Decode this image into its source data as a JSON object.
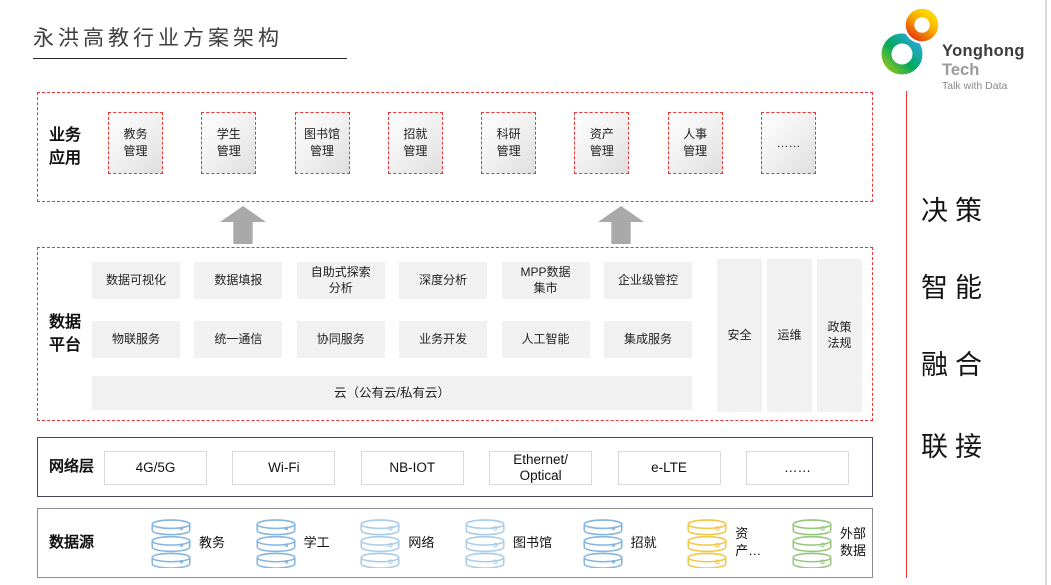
{
  "header": {
    "title": "永洪高教行业方案架构",
    "logo": {
      "brand": "Yonghong",
      "brand_suffix": "Tech",
      "tagline": "Talk with Data",
      "ring_colors": [
        "#e8380d",
        "#f6a800",
        "#ffd500",
        "#2ea7e0",
        "#00a95f",
        "#8fc31f"
      ]
    }
  },
  "colors": {
    "accent_red": "#f03434",
    "arrow_gray": "#a9a9a9",
    "network_border": "#47475c",
    "datasource_border": "#8c8c8c",
    "box_gray": "#f1f1f1"
  },
  "business_layer": {
    "label": "业务\n应用",
    "apps": [
      "教务\n管理",
      "学生\n管理",
      "图书馆\n管理",
      "招就\n管理",
      "科研\n管理",
      "资产\n管理",
      "人事\n管理",
      "……"
    ]
  },
  "platform_layer": {
    "label": "数据\n平台",
    "row1": [
      "数据可视化",
      "数据填报",
      "自助式探索\n分析",
      "深度分析",
      "MPP数据\n集市",
      "企业级管控"
    ],
    "row2": [
      "物联服务",
      "统一通信",
      "协同服务",
      "业务开发",
      "人工智能",
      "集成服务"
    ],
    "cloud": "云（公有云/私有云）",
    "pillars": [
      "安全",
      "运维",
      "政策\n法规"
    ]
  },
  "network_layer": {
    "label": "网络层",
    "items": [
      "4G/5G",
      "Wi-Fi",
      "NB-IOT",
      "Ethernet/\nOptical",
      "e-LTE",
      "……"
    ]
  },
  "datasource_layer": {
    "label": "数据源",
    "items": [
      {
        "label": "教务",
        "color": "#85b6e0"
      },
      {
        "label": "学工",
        "color": "#85b6e0"
      },
      {
        "label": "网络",
        "color": "#a9cce9"
      },
      {
        "label": "图书馆",
        "color": "#a9cce9"
      },
      {
        "label": "招就",
        "color": "#85b6e0"
      },
      {
        "label": "资\n产…",
        "color": "#f2c84b"
      },
      {
        "label": "外部\n数据",
        "color": "#97c77f"
      }
    ]
  },
  "side_keywords": [
    "决策",
    "智能",
    "融合",
    "联接"
  ]
}
